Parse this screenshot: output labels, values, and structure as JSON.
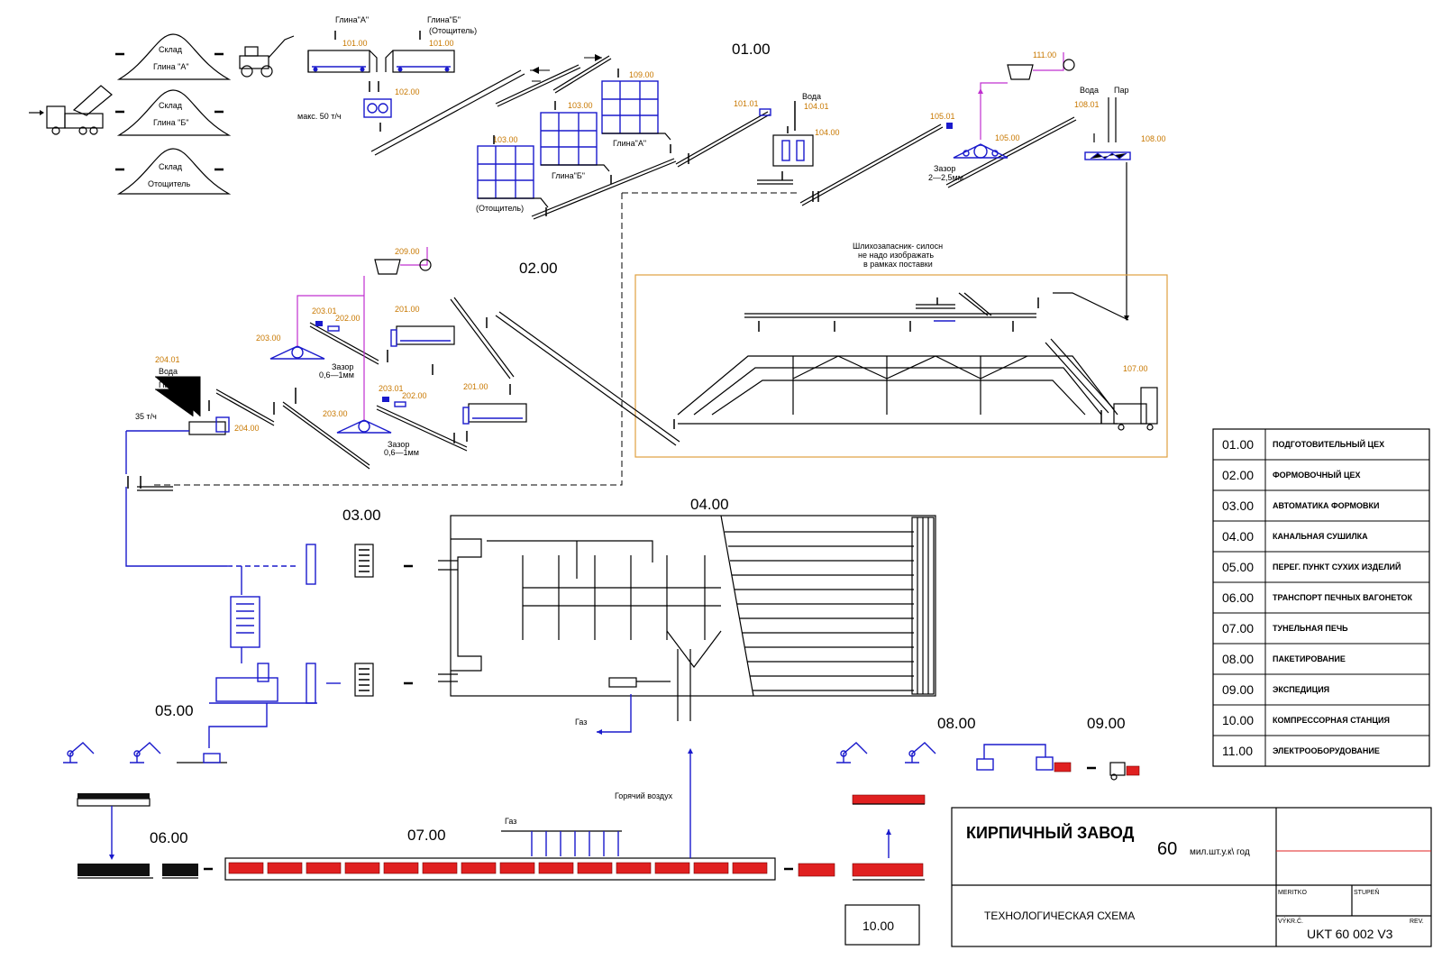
{
  "sections": {
    "s0100": "01.00",
    "s0200": "02.00",
    "s0300": "03.00",
    "s0400": "04.00",
    "s0500": "05.00",
    "s0600": "06.00",
    "s0700": "07.00",
    "s0800": "08.00",
    "s0900": "09.00",
    "s1000": "10.00"
  },
  "labels": {
    "sklad": "Склад",
    "glina_a": "Глина \"А\"",
    "glina_b": "Глина \"Б\"",
    "otoshchitel": "Отощитель",
    "hop_a": "Глина\"А\"",
    "hop_b": "Глина\"Б\"",
    "hop_b2": "(Отощитель)",
    "maks": "макс. 50 т/ч",
    "glina_a2": "Глина\"А\"",
    "glina_b2": "Глина\"Б\"",
    "otosh_paren": "(Отощитель)",
    "voda": "Вода",
    "par": "Пар",
    "zazor1": "Зазор",
    "zazor1_val": "2—2,5мм",
    "shlick_1": "Шлихозапасник- силосн",
    "shlick_2": "не надо изображать",
    "shlick_3": "в рамках поставки",
    "zazor2": "Зазор",
    "zazor2_val": "0,6—1мм",
    "zazor3": "Зазор",
    "zazor3_val": "0,6—1мм",
    "voda2": "Вода",
    "par2": "Пар",
    "tph35": "35 т/ч",
    "gaz1": "Газ",
    "gaz2": "Газ",
    "hot_air": "Горячий воздух"
  },
  "codes": {
    "c101": "101.00",
    "c101b": "101.00",
    "c102": "102.00",
    "c103": "103.00",
    "c103b": "103.00",
    "c109": "109.00",
    "c10401": "104.01",
    "c10101": "101.01",
    "c104": "104.00",
    "c10501": "105.01",
    "c105": "105.00",
    "c111": "111.00",
    "c10801": "108.01",
    "c108": "108.00",
    "c107": "107.00",
    "c209": "209.00",
    "c20301": "203.01",
    "c202": "202.00",
    "c201": "201.00",
    "c203": "203.00",
    "c20401": "204.01",
    "c204": "204.00",
    "c20301b": "203.01",
    "c202b": "202.00",
    "c201b": "201.00",
    "c203b": "203.00"
  },
  "legend": [
    {
      "code": "01.00",
      "name": "ПОДГОТОВИТЕЛЬНЫЙ ЦЕХ"
    },
    {
      "code": "02.00",
      "name": "ФОРМОВОЧНЫЙ ЦЕХ"
    },
    {
      "code": "03.00",
      "name": "АВТОМАТИКА ФОРМОВКИ"
    },
    {
      "code": "04.00",
      "name": "КАНАЛЬНАЯ СУШИЛКА"
    },
    {
      "code": "05.00",
      "name": "ПЕРЕГ. ПУНКТ СУХИХ ИЗДЕЛИЙ"
    },
    {
      "code": "06.00",
      "name": "ТРАНСПОРТ ПЕЧНЫХ ВАГОНЕТОК"
    },
    {
      "code": "07.00",
      "name": "ТУНЕЛЬНАЯ ПЕЧЬ"
    },
    {
      "code": "08.00",
      "name": "ПАКЕТИРОВАНИЕ"
    },
    {
      "code": "09.00",
      "name": "ЭКСПЕДИЦИЯ"
    },
    {
      "code": "10.00",
      "name": "КОМПРЕССОРНАЯ СТАНЦИЯ"
    },
    {
      "code": "11.00",
      "name": "ЭЛЕКТРООБОРУДОВАНИЕ"
    }
  ],
  "title_block": {
    "title": "КИРПИЧНЫЙ ЗАВОД",
    "capacity": "60",
    "capacity_unit": "мил.шт.у.к\\ год",
    "subtitle": "ТЕХНОЛОГИЧЕСКАЯ СХЕМА",
    "meritko": "MERITKO",
    "stupen": "STUPEŇ",
    "vykr": "VÝKR.Č.",
    "rev": "REV.",
    "drawing_no": "UKT 60 002 V3"
  },
  "colors": {
    "line": "#000000",
    "equipment": "#1a1acc",
    "code_label": "#c87800",
    "utility_line": "#c030d0",
    "brick": "#e02020",
    "frame": "#e0a040"
  }
}
